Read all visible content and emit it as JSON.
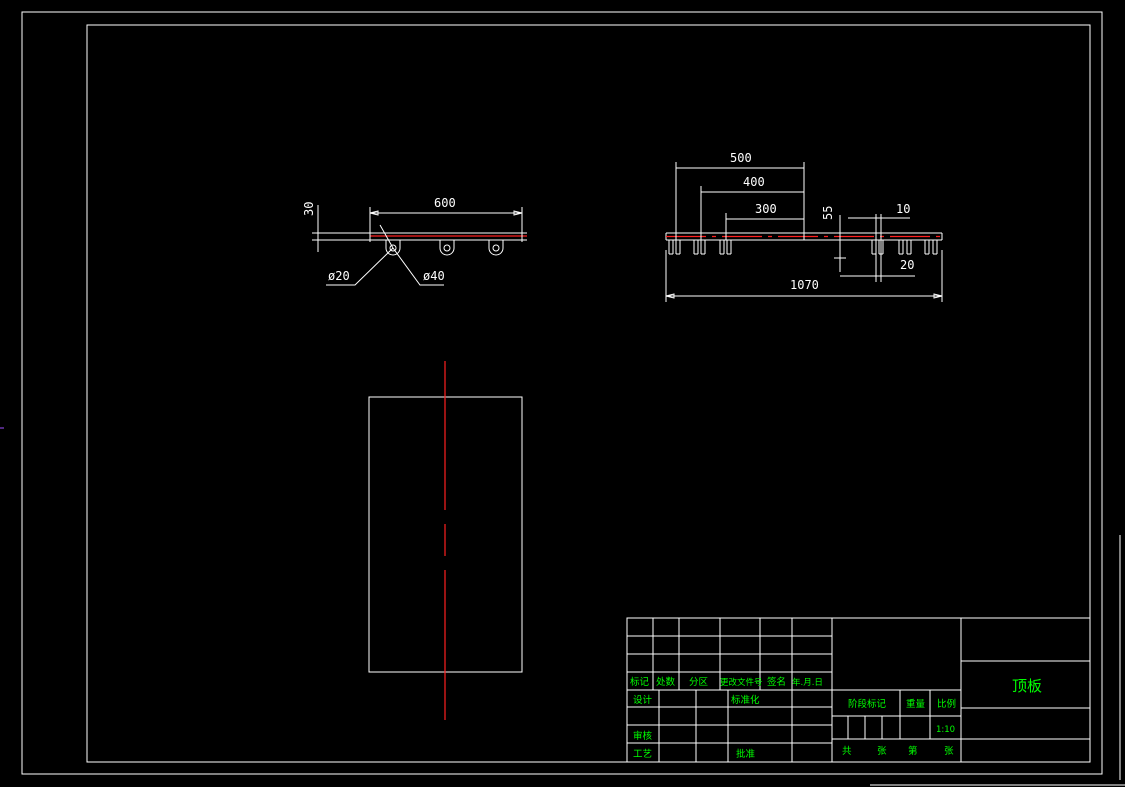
{
  "drawing": {
    "title": "顶板",
    "colors": {
      "background": "#000000",
      "outline": "#ffffff",
      "centerline": "#ff2020",
      "title_text": "#00ff00"
    }
  },
  "left_view": {
    "dim_length": "600",
    "dim_height": "30",
    "dim_hole_small": "ø20",
    "dim_hole_large": "ø40"
  },
  "right_view": {
    "dim_500": "500",
    "dim_400": "400",
    "dim_300": "300",
    "dim_55": "55",
    "dim_10": "10",
    "dim_20": "20",
    "dim_total": "1070"
  },
  "title_block": {
    "revision_headers": [
      "标记",
      "处数",
      "分区",
      "更改文件号",
      "签名",
      "年.月.日"
    ],
    "design": "设计",
    "standardization": "标准化",
    "review": "审核",
    "process": "工艺",
    "approve": "批准",
    "stage_mark": "阶段标记",
    "weight": "重量",
    "scale": "比例",
    "scale_value": "1:10",
    "total_sheets": "共",
    "sheets_unit_1": "张",
    "sheet_no": "第",
    "sheets_unit_2": "张"
  }
}
